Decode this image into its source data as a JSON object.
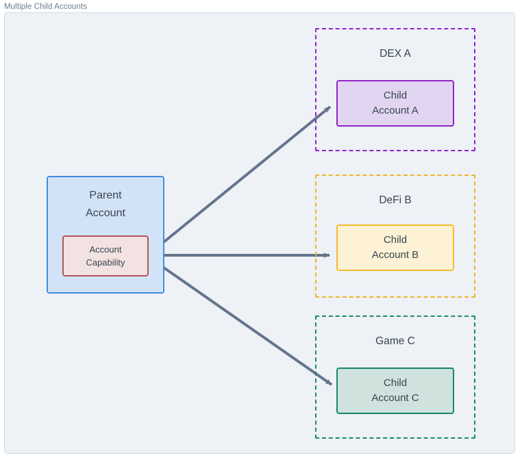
{
  "diagram": {
    "title": "Multiple Child Accounts",
    "background_color": "#eef1f5",
    "edge_color": "#64748b",
    "text_color": "#36454f"
  },
  "parent": {
    "label_line1": "Parent",
    "label_line2": "Account",
    "fill": "#d3e3f7",
    "stroke": "#3f8ede",
    "capability": {
      "label_line1": "Account",
      "label_line2": "Capability",
      "fill": "#f3e2e2",
      "stroke": "#b15555"
    }
  },
  "clusters": [
    {
      "id": "dex-a",
      "label": "DEX A",
      "border_color": "#8e24c8",
      "child": {
        "label_line1": "Child",
        "label_line2": "Account A",
        "fill": "#e2d5f2",
        "stroke": "#8e24c8"
      }
    },
    {
      "id": "defi-b",
      "label": "DeFi B",
      "border_color": "#f0b429",
      "child": {
        "label_line1": "Child",
        "label_line2": "Account B",
        "fill": "#fdf2d5",
        "stroke": "#f3bd2c"
      }
    },
    {
      "id": "game-c",
      "label": "Game C",
      "border_color": "#1a8a6b",
      "child": {
        "label_line1": "Child",
        "label_line2": "Account C",
        "fill": "#cfe2dd",
        "stroke": "#17866b"
      }
    }
  ],
  "edges": [
    {
      "name": "capability-to-child-a",
      "from": "account-capability",
      "to": "child-account-a"
    },
    {
      "name": "capability-to-child-b",
      "from": "account-capability",
      "to": "child-account-b"
    },
    {
      "name": "capability-to-child-c",
      "from": "account-capability",
      "to": "child-account-c"
    }
  ]
}
